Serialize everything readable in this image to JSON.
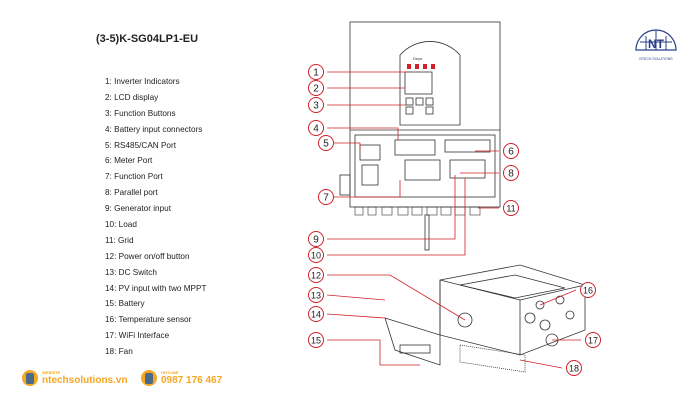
{
  "title": "(3-5)K-SG04LP1-EU",
  "components": [
    "1: Inverter Indicators",
    "2: LCD display",
    "3: Function Buttons",
    "4: Battery input connectors",
    "5: RS485/CAN Port",
    "6: Meter Port",
    "7: Function Port",
    "8: Parallel port",
    "9: Generator input",
    "10: Load",
    "11: Grid",
    "12: Power on/off button",
    "13: DC Switch",
    "14: PV input with two MPPT",
    "15: Battery",
    "16: Temperature sensor",
    "17: WiFi Interface",
    "18: Fan"
  ],
  "callouts": [
    "1",
    "2",
    "3",
    "4",
    "5",
    "6",
    "7",
    "8",
    "9",
    "10",
    "11",
    "12",
    "13",
    "14",
    "15",
    "16",
    "17",
    "18"
  ],
  "brand_display": "Deye",
  "logo": {
    "text": "NTECH SOLUTIONS"
  },
  "footer": {
    "website_label": "WEBSITE",
    "website": "ntechsolutions.vn",
    "hotline_label": "HOTLINE",
    "hotline": "0987 176 467"
  },
  "colors": {
    "callout": "#d0202a",
    "accent": "#f5a623",
    "logo": "#2a3f8a"
  }
}
